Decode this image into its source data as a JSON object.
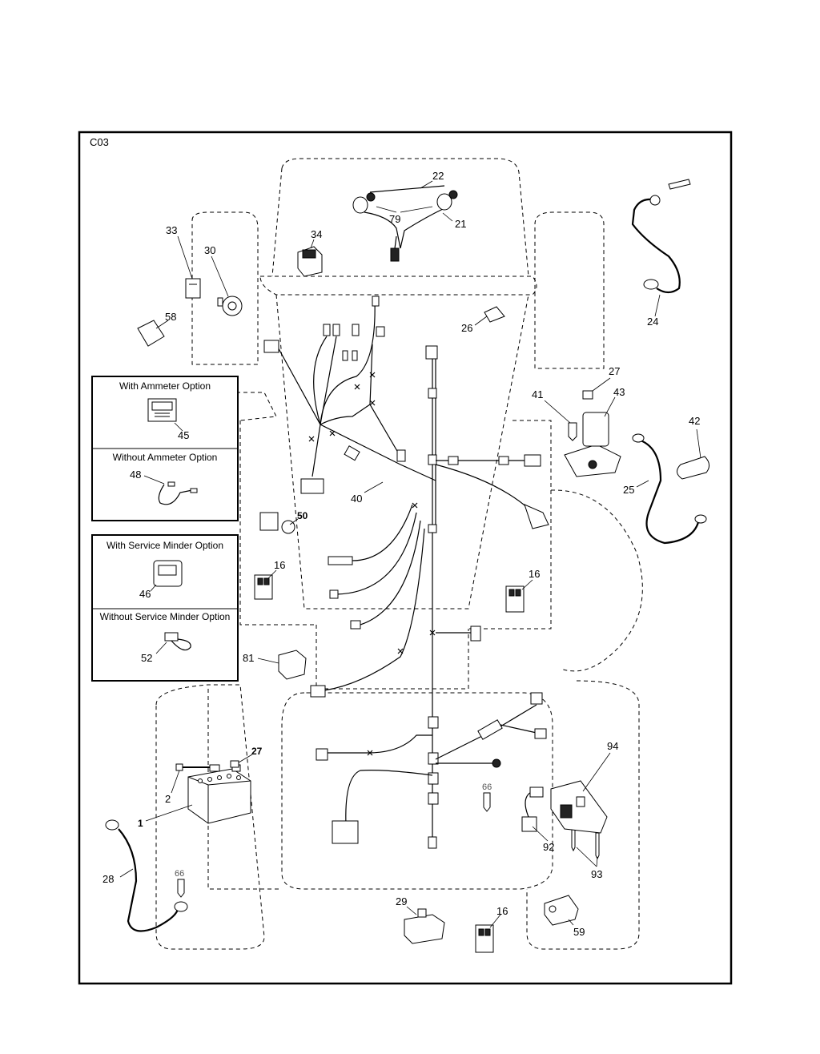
{
  "diagram_code": "C03",
  "option_boxes": {
    "ammeter": {
      "with_label": "With Ammeter Option",
      "without_label": "Without Ammeter Option"
    },
    "service_minder": {
      "with_label": "With Service Minder Option",
      "without_label": "Without Service Minder Option"
    }
  },
  "callouts": {
    "p1": "1",
    "p2": "2",
    "p16a": "16",
    "p16b": "16",
    "p16c": "16",
    "p21": "21",
    "p22": "22",
    "p24": "24",
    "p25": "25",
    "p26": "26",
    "p27a": "27",
    "p27b": "27",
    "p28": "28",
    "p29": "29",
    "p30": "30",
    "p33": "33",
    "p34": "34",
    "p40": "40",
    "p41": "41",
    "p42": "42",
    "p43": "43",
    "p45": "45",
    "p46": "46",
    "p48": "48",
    "p50": "50",
    "p52": "52",
    "p58": "58",
    "p59": "59",
    "p66a": "66",
    "p66b": "66",
    "p79": "79",
    "p81": "81",
    "p92": "92",
    "p93": "93",
    "p94": "94"
  }
}
